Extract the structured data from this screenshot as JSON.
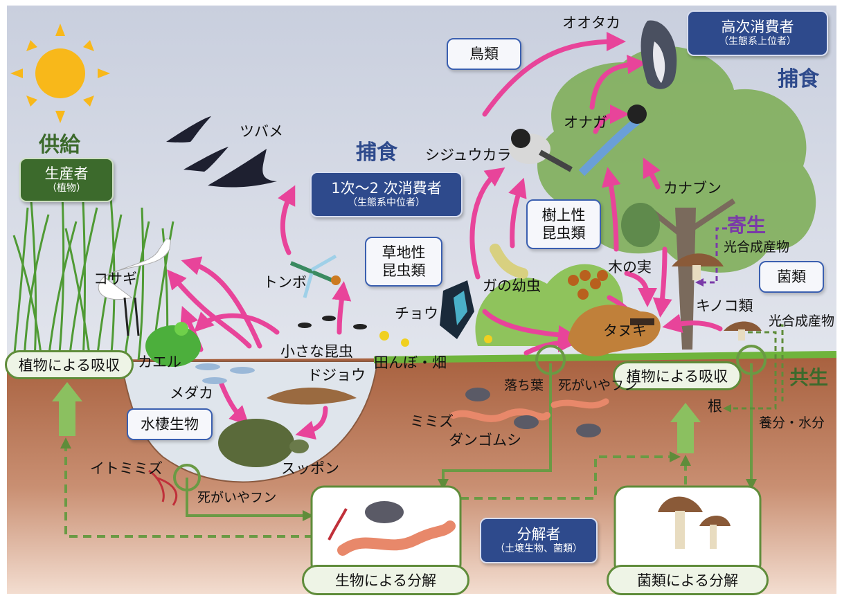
{
  "colors": {
    "sky_top": "#cfd5e3",
    "sky_bottom": "#eef0f4",
    "soil": "#b5704f",
    "soil_light": "#e9c4ae",
    "pond": "#dde4ec",
    "predation_arrow": "#e8449a",
    "decomposition_arrow": "#5f8c3a",
    "parasite": "#7a3aa8",
    "label_navy": "#2e4a8c",
    "label_green": "#3c6a2c"
  },
  "side_labels": {
    "supply": "供給",
    "predation_top": "捕食",
    "predation_mid": "捕食",
    "parasitism": "寄生",
    "symbiosis": "共生"
  },
  "boxes": {
    "producers": {
      "main": "生産者",
      "sub": "（植物）"
    },
    "top_consumers": {
      "main": "高次消費者",
      "sub": "（生態系上位者）"
    },
    "mid_consumers": {
      "main": "1次～2 次消費者",
      "sub": "（生態系中位者）"
    },
    "decomposers": {
      "main": "分解者",
      "sub": "（土壌生物、菌類）"
    },
    "birds": "鳥類",
    "grassland_insects": [
      "草地性",
      "昆虫類"
    ],
    "tree_insects": [
      "樹上性",
      "昆虫類"
    ],
    "fungi": "菌類",
    "aquatic": "水棲生物"
  },
  "pills": {
    "plant_absorption_left": "植物による吸収",
    "plant_absorption_right": "植物による吸収",
    "bio_decomposition": "生物による分解",
    "fungal_decomposition": "菌類による分解"
  },
  "organisms": {
    "goshawk": "オオタカ",
    "swallow": "ツバメ",
    "tit": "シジュウカラ",
    "magpie": "オナガ",
    "beetle": "カナブン",
    "egret": "コサギ",
    "dragonfly": "トンボ",
    "caterpillar": "ガの幼虫",
    "nut": "木の実",
    "butterfly": "チョウ",
    "small_insects": "小さな昆虫",
    "frog": "カエル",
    "loach": "ドジョウ",
    "medaka": "メダカ",
    "field": "田んぼ・畑",
    "tanuki": "タヌキ",
    "mushroom": "キノコ類",
    "photosynthate_1": "光合成産物",
    "photosynthate_2": "光合成産物",
    "fallen_leaves": "落ち葉",
    "carcass_right": "死がいやフン",
    "earthworm": "ミミズ",
    "pillbug": "ダンゴムシ",
    "root": "根",
    "nutrients": "養分・水分",
    "softshell_turtle": "スッポン",
    "tubifex": "イトミミズ",
    "carcass_left": "死がいやフン"
  }
}
